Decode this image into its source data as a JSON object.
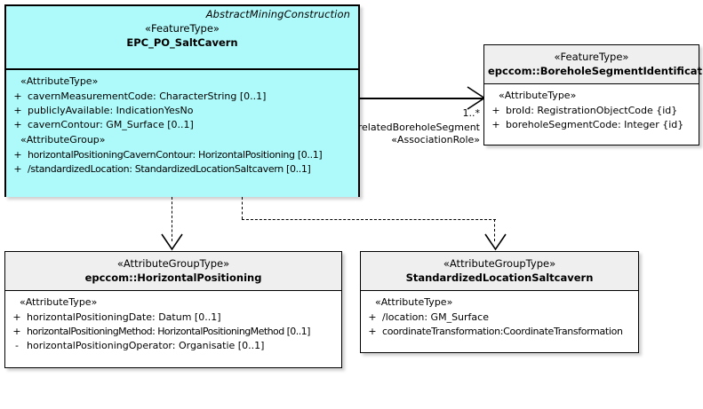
{
  "diagram": {
    "type": "uml-class-diagram",
    "classes": [
      {
        "id": "saltcavern",
        "package_name": "AbstractMiningConstruction",
        "stereotype": "«FeatureType»",
        "name": "EPC_PO_SaltCavern",
        "fill": "#aefafa",
        "compartments": [
          {
            "group": "«AttributeType»",
            "attributes": [
              {
                "visibility": "+",
                "text": "cavernMeasurementCode: CharacterString [0..1]"
              },
              {
                "visibility": "+",
                "text": "publiclyAvailable: IndicationYesNo"
              },
              {
                "visibility": "+",
                "text": "cavernContour: GM_Surface [0..1]"
              }
            ]
          },
          {
            "group": "«AttributeGroup»",
            "attributes": [
              {
                "visibility": "+",
                "text": "horizontalPositioningCavernContour: HorizontalPositioning [0..1]"
              },
              {
                "visibility": "+",
                "text": "/standardizedLocation: StandardizedLocationSaltcavern [0..1]"
              }
            ]
          }
        ]
      },
      {
        "id": "boreholesegment",
        "package_name": "",
        "stereotype": "«FeatureType»",
        "name": "epccom::BoreholeSegmentIdentification",
        "fill": "#ffffff",
        "compartments": [
          {
            "group": "«AttributeType»",
            "attributes": [
              {
                "visibility": "+",
                "text": "broId: RegistrationObjectCode {id}"
              },
              {
                "visibility": "+",
                "text": "boreholeSegmentCode: Integer {id}"
              }
            ]
          }
        ]
      },
      {
        "id": "horizontalpositioning",
        "package_name": "",
        "stereotype": "«AttributeGroupType»",
        "name": "epccom::HorizontalPositioning",
        "fill": "#ffffff",
        "compartments": [
          {
            "group": "«AttributeType»",
            "attributes": [
              {
                "visibility": "+",
                "text": "horizontalPositioningDate: Datum [0..1]"
              },
              {
                "visibility": "+",
                "text": "horizontalPositioningMethod: HorizontalPositioningMethod [0..1]"
              },
              {
                "visibility": "-",
                "text": "horizontalPositioningOperator: Organisatie [0..1]"
              }
            ]
          }
        ]
      },
      {
        "id": "standardizedlocation",
        "package_name": "",
        "stereotype": "«AttributeGroupType»",
        "name": "StandardizedLocationSaltcavern",
        "fill": "#ffffff",
        "compartments": [
          {
            "group": "«AttributeType»",
            "attributes": [
              {
                "visibility": "+",
                "text": "/location: GM_Surface"
              },
              {
                "visibility": "+",
                "text": "coordinateTransformation:CoordinateTransformation"
              }
            ]
          }
        ]
      }
    ],
    "association": {
      "multiplicity": "1..*",
      "role": "+relatedBoreholeSegment",
      "stereotype": "«AssociationRole»",
      "style": "solid-open-arrow"
    },
    "dependencies": [
      {
        "from": "saltcavern",
        "to": "horizontalpositioning",
        "style": "dashed-open-arrow"
      },
      {
        "from": "saltcavern",
        "to": "standardizedlocation",
        "style": "dashed-open-arrow"
      }
    ]
  }
}
